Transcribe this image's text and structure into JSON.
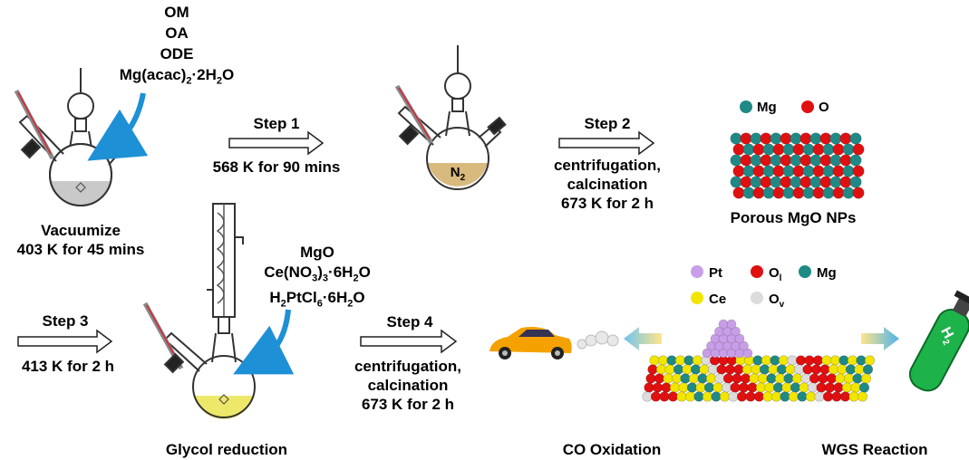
{
  "reagents_top": [
    "OM",
    "OA",
    "ODE",
    "Mg(acac)",
    "2",
    "·2H",
    "2",
    "O"
  ],
  "flask1_caption": [
    "Vacuumize",
    "403 K for 45 mins"
  ],
  "step1": {
    "label": "Step 1",
    "condition": "568 K for 90 mins"
  },
  "flask2_gas": {
    "base": "N",
    "sub": "2"
  },
  "step2": {
    "label": "Step 2",
    "lines": [
      "centrifugation,",
      "calcination",
      "673 K for 2 h"
    ]
  },
  "mgo_legend": {
    "mg": "Mg",
    "o": "O"
  },
  "mgo_caption": "Porous MgO NPs",
  "reagents_bottom": {
    "line1": "MgO",
    "line2": [
      "Ce(NO",
      "3",
      ")",
      "3",
      "·6H",
      "2",
      "O"
    ],
    "line3": [
      "H",
      "2",
      "PtCl",
      "6",
      "·6H",
      "2",
      "O"
    ]
  },
  "step3": {
    "label": "Step 3",
    "condition": "413 K for 2 h"
  },
  "glycol_caption": "Glycol reduction",
  "step4": {
    "label": "Step 4",
    "lines": [
      "centrifugation,",
      "calcination",
      "673 K for 2 h"
    ]
  },
  "catalyst_legend": {
    "pt": "Pt",
    "ol": "O",
    "ol_sub": "l",
    "mg": "Mg",
    "ce": "Ce",
    "ov": "O",
    "ov_sub": "v"
  },
  "co_caption": "CO Oxidation",
  "wgs_caption": "WGS Reaction",
  "h2_label": {
    "base": "H",
    "sub": "2"
  },
  "colors": {
    "mg": "#1f8a85",
    "o": "#e01010",
    "pt": "#c89ee8",
    "ce": "#f2e600",
    "ov": "#dcdcdc",
    "arrow_blue": "#1e90d6",
    "car": "#f5a100",
    "bottle": "#1db34a",
    "solution_grey": "#c9c9c9",
    "solution_tan": "#d8b97e",
    "solution_yellow": "#eee86a"
  }
}
